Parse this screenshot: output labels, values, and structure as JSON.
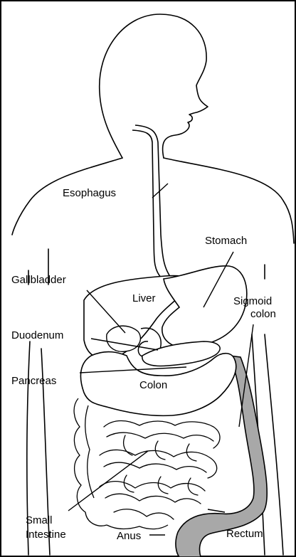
{
  "labels": {
    "esophagus": "Esophagus",
    "stomach": "Stomach",
    "gallbladder": "Gallbladder",
    "liver": "Liver",
    "sigmoid_colon_line1": "Sigmoid",
    "sigmoid_colon_line2": "colon",
    "duodenum": "Duodenum",
    "pancreas": "Pancreas",
    "colon": "Colon",
    "small_intestine_line1": "Small",
    "small_intestine_line2": "Intestine",
    "anus": "Anus",
    "rectum": "Rectum"
  },
  "colors": {
    "outline": "#000000",
    "sigmoid_rectum_fill": "#a8a8a8",
    "background": "#ffffff"
  }
}
